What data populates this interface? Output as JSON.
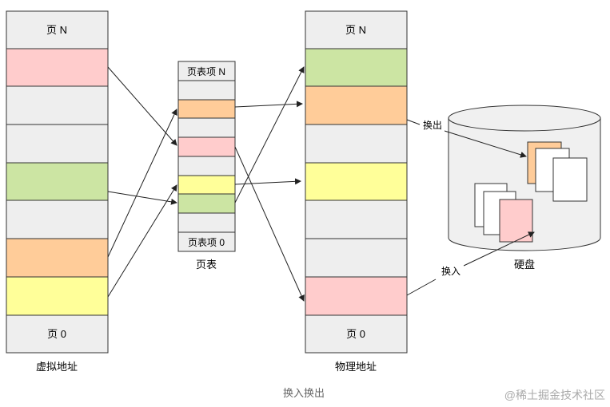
{
  "virtual_memory": {
    "label": "虚拟地址",
    "top_label": "页 N",
    "bottom_label": "页 0"
  },
  "page_table": {
    "label": "页表",
    "top_label": "页表项 N",
    "bottom_label": "页表项 0"
  },
  "physical_memory": {
    "label": "物理地址",
    "top_label": "页 N",
    "bottom_label": "页 0"
  },
  "disk": {
    "label": "硬盘"
  },
  "arrows": {
    "swap_out": "换出",
    "swap_in": "换入"
  },
  "caption": "换入换出",
  "watermark": "@稀土掘金技术社区",
  "colors": {
    "gray": "#eeeeee",
    "pink": "#ffcccc",
    "green": "#cce5a3",
    "orange": "#ffcc99",
    "yellow": "#ffff99",
    "white": "#ffffff",
    "stroke": "#333333"
  }
}
